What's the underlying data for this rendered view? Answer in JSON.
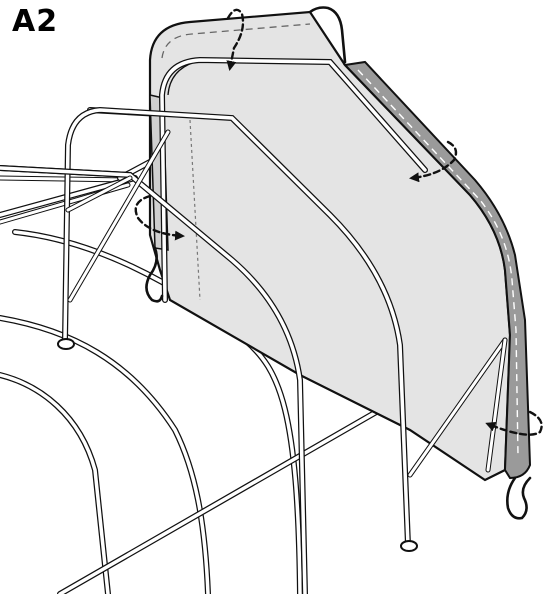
{
  "figure": {
    "step_label": "A2",
    "parts": [
      "frame-arches",
      "purlins",
      "corner-braces",
      "end-panel",
      "zipper-seam",
      "bungee-cords",
      "ground-feet",
      "fold-direction-arrows"
    ]
  },
  "colors": {
    "panel_fill": "#e4e4e4",
    "seam_fill": "#9a9a9a",
    "outline": "#111111",
    "tube_fill": "#ffffff",
    "background": "#ffffff"
  }
}
